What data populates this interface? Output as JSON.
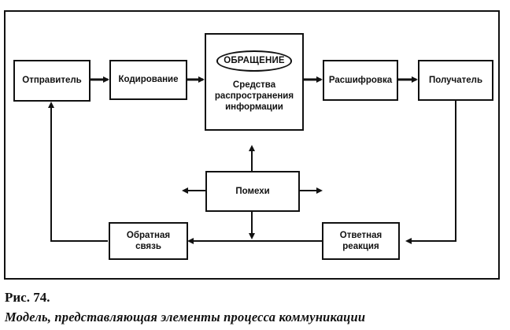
{
  "diagram": {
    "sender": "Отправитель",
    "encoding": "Кодирование",
    "channel": {
      "message": "ОБРАЩЕНИЕ",
      "media_line1": "Средства",
      "media_line2": "распространения",
      "media_line3": "информации"
    },
    "decoding": "Расшифровка",
    "receiver": "Получатель",
    "noise": "Помехи",
    "response_line1": "Ответная",
    "response_line2": "реакция",
    "feedback_line1": "Обратная",
    "feedback_line2": "связь"
  },
  "caption": {
    "figure": "Рис. 74.",
    "text": "Модель, представляющая элементы процесса коммуникации"
  }
}
